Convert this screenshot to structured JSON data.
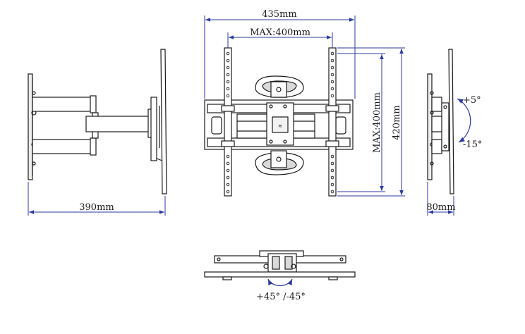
{
  "dimensions": {
    "overall_width": "435mm",
    "max_width": "MAX:400mm",
    "max_height": "MAX:400mm",
    "overall_height": "420mm",
    "depth": "390mm",
    "profile": "80mm"
  },
  "angles": {
    "tilt_up": "+5°",
    "tilt_down": "-15°",
    "swivel": "+45° /-45°"
  },
  "colors": {
    "line": "#1a1a1a",
    "dimension": "#2b3a9e",
    "shade": "#d9d9d9"
  }
}
